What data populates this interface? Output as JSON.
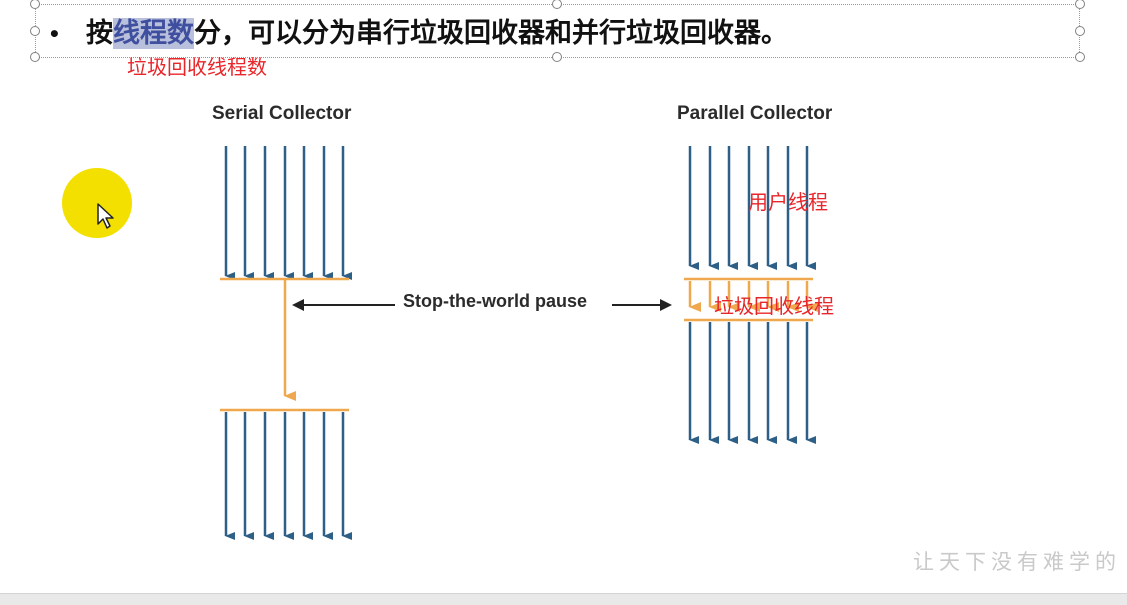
{
  "slide": {
    "bullet": "•",
    "line_prefix": "按",
    "highlighted": "线程数",
    "line_suffix": "分，可以分为串行垃圾回收器和并行垃圾回收器。",
    "note_gc_thread_count": "垃圾回收线程数"
  },
  "diagram": {
    "serial_title": "Serial Collector",
    "parallel_title": "Parallel Collector",
    "stw_label": "Stop-the-world pause",
    "note_user_threads": "用户线程",
    "note_gc_threads": "垃圾回收线程",
    "colors": {
      "thread": "#2e5f87",
      "gc": "#f0a84e",
      "red_annotation": "#e8262a"
    }
  },
  "watermark": "让天下没有难学的"
}
